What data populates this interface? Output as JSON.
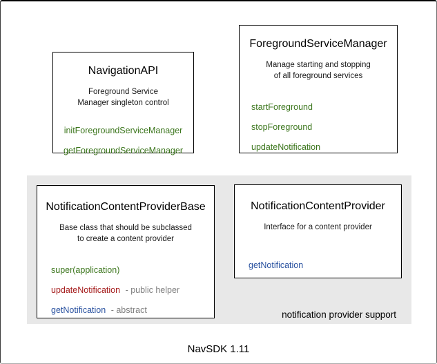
{
  "colors": {
    "method_green": "#3c761d",
    "method_red": "#a51d1d",
    "method_blue": "#2a52a0",
    "annotation_gray": "#7f7f7f",
    "panel_background": "#e8e8e8"
  },
  "boxes": {
    "navigation_api": {
      "title": "NavigationAPI",
      "description_lines": [
        "Foreground Service",
        "Manager singleton control"
      ],
      "methods": [
        {
          "name": "initForegroundServiceManager",
          "color": "green"
        },
        {
          "name": "getForegroundServiceManager",
          "color": "green"
        }
      ]
    },
    "foreground_service_manager": {
      "title": "ForegroundServiceManager",
      "description_lines": [
        "Manage starting and stopping",
        "of all foreground services"
      ],
      "methods": [
        {
          "name": "startForeground",
          "color": "green"
        },
        {
          "name": "stopForeground",
          "color": "green"
        },
        {
          "name": "updateNotification",
          "color": "green"
        }
      ]
    },
    "notification_content_provider_base": {
      "title": "NotificationContentProviderBase",
      "description_lines": [
        "Base class that should be subclassed",
        "to create a content provider"
      ],
      "methods": [
        {
          "name": "super(application)",
          "color": "green",
          "annotation": ""
        },
        {
          "name": "updateNotification",
          "color": "red",
          "annotation": "- public helper"
        },
        {
          "name": "getNotification",
          "color": "blue",
          "annotation": "- abstract"
        }
      ]
    },
    "notification_content_provider": {
      "title": "NotificationContentProvider",
      "description_lines": [
        "Interface for a content provider"
      ],
      "methods": [
        {
          "name": "getNotification",
          "color": "blue"
        }
      ]
    }
  },
  "panel": {
    "label": "notification provider support"
  },
  "caption": "NavSDK 1.11"
}
